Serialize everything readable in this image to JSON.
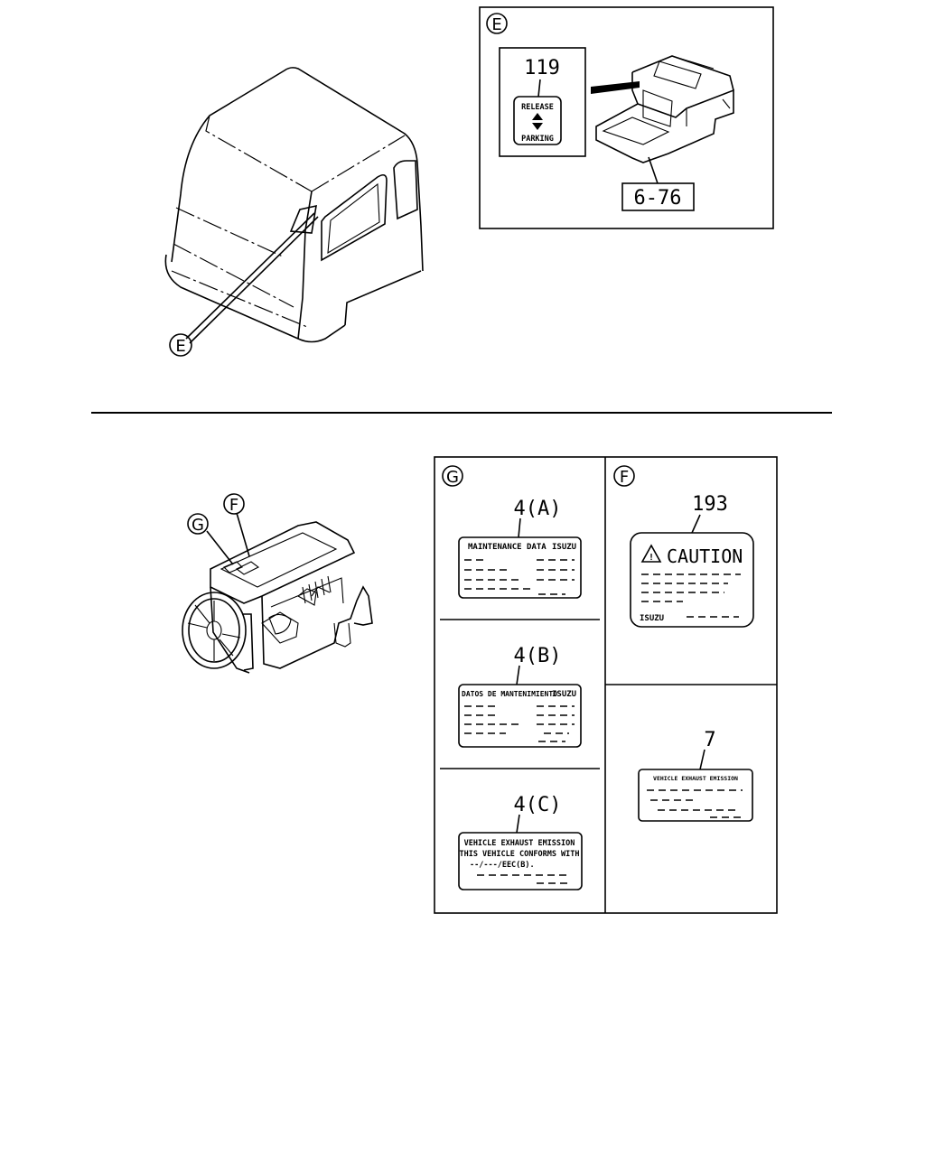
{
  "callouts": {
    "cab_e": "E",
    "engine_f": "F",
    "engine_g": "G"
  },
  "panel_e": {
    "tag": "E",
    "part_no": "119",
    "label_line1": "RELEASE",
    "label_line2": "PARKING",
    "ref_no": "6-76"
  },
  "panel_g": {
    "tag": "G",
    "a": {
      "part_no": "4(A)",
      "title": "MAINTENANCE DATA",
      "brand": "ISUZU"
    },
    "b": {
      "part_no": "4(B)",
      "title": "DATOS DE MANTENIMIENTO",
      "brand": "ISUZU"
    },
    "c": {
      "part_no": "4(C)",
      "line1": "VEHICLE EXHAUST EMISSION",
      "line2": "THIS VEHICLE CONFORMS WITH",
      "line3": "--/---/EEC(B)."
    }
  },
  "panel_f": {
    "tag": "F",
    "caution": {
      "part_no": "193",
      "title": "CAUTION",
      "brand": "ISUZU"
    },
    "emission": {
      "part_no": "7",
      "title": "VEHICLE EXHAUST EMISSION"
    }
  },
  "colors": {
    "ink": "#000000",
    "paper": "#ffffff"
  }
}
